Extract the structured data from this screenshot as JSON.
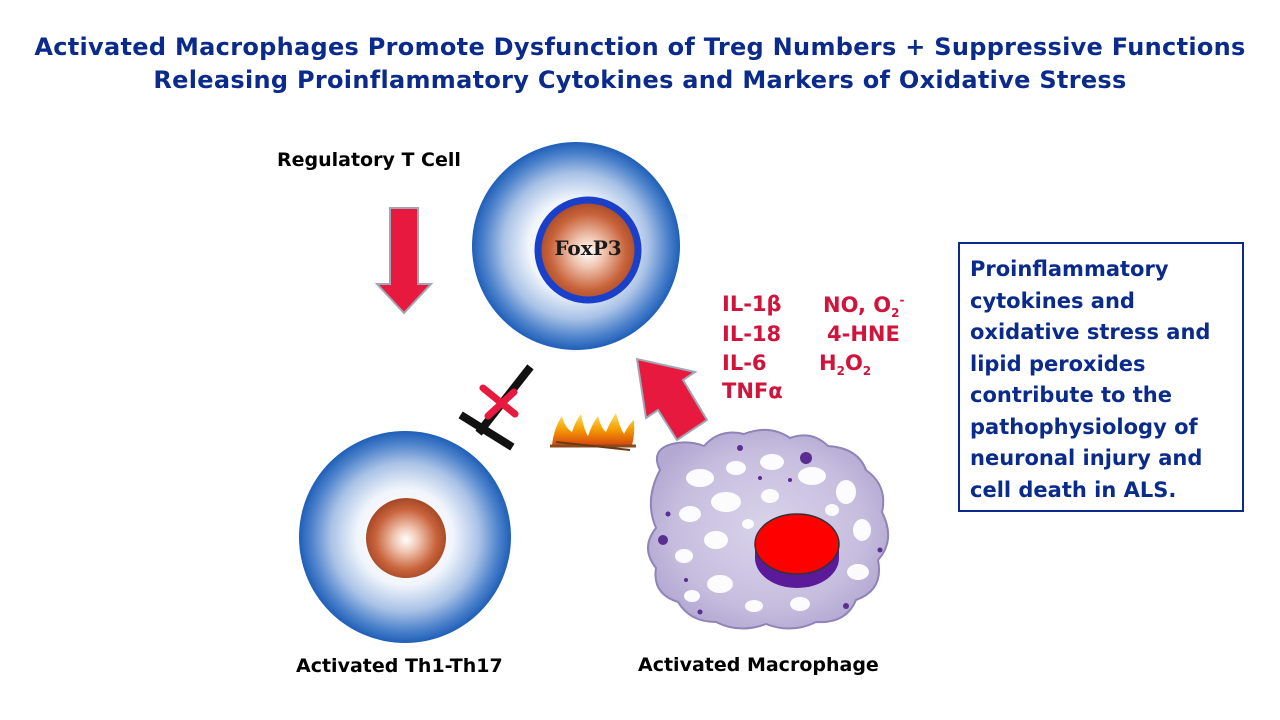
{
  "title": {
    "line1": "Activated Macrophages Promote Dysfunction of Treg Numbers + Suppressive Functions",
    "line2": "Releasing Proinflammatory Cytokines and Markers of Oxidative Stress"
  },
  "labels": {
    "treg": "Regulatory T Cell",
    "foxp3": "FoxP3",
    "th": "Activated Th1-Th17",
    "macrophage": "Activated Macrophage"
  },
  "mediators": {
    "il1": "IL-1β",
    "il18": "IL-18",
    "il6": "IL-6",
    "tnf": "TNFα",
    "no": "NO, O",
    "no_sub": "2",
    "no_sup": "-",
    "hne": "4-HNE",
    "h2o2_h": "H",
    "h2o2_sub1": "2",
    "h2o2_o": "O",
    "h2o2_sub2": "2"
  },
  "info_box": "Proinflammatory cytokines and oxidative stress and lipid peroxides contribute to the pathophysiology of neuronal injury and cell death in ALS.",
  "colors": {
    "title_blue": "#0a2b8c",
    "arrow_red": "#e8193f",
    "mediator_red": "#d0143c",
    "cell_blue": "#1f5fb8",
    "nucleus_ring": "#1a3fc9",
    "macrophage_nucleus": "#ff0000"
  }
}
